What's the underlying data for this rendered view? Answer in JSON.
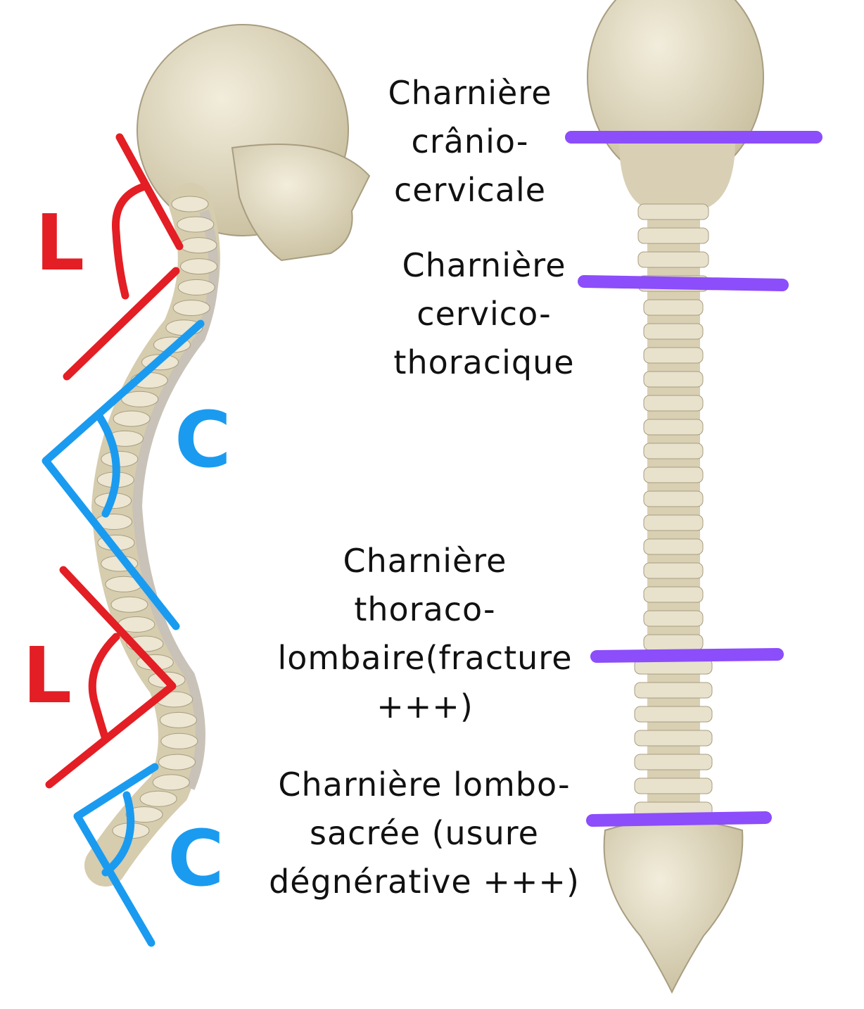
{
  "labels": {
    "cranio_cervical": [
      "Charnière",
      "crânio-",
      "cervicale"
    ],
    "cervico_thoracic": [
      "Charnière",
      "cervico-",
      "thoracique"
    ],
    "thoraco_lumbar": [
      "Charnière",
      "thoraco-",
      "lombaire(fracture",
      "+++)"
    ],
    "lumbo_sacral": [
      "Charnière lombo-",
      "sacrée (usure",
      "dégnérative +++)"
    ]
  },
  "annotations": {
    "curve_1": "L",
    "curve_2": "C",
    "curve_3": "L",
    "curve_4": "C"
  },
  "colors": {
    "lordosis": "#e31e24",
    "kyphosis": "#1a9bf0",
    "junction_line": "#8c4dfb",
    "bone": "#e3dcc6",
    "bone_shadow": "#b8ad90"
  }
}
